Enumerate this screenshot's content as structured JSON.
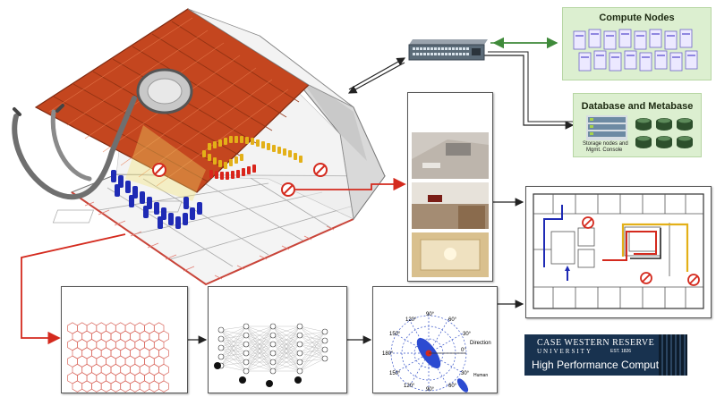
{
  "compute_nodes": {
    "title": "Compute Nodes"
  },
  "database": {
    "title": "Database and Metabase",
    "caption_line1": "Storage nodes and",
    "caption_line2": "Mgmt. Console"
  },
  "polar": {
    "angles": [
      "120°",
      "90°",
      "60°",
      "150°",
      "30°",
      "180°",
      "0°",
      "150°",
      "30°",
      "120°",
      "90°",
      "60°"
    ],
    "direction_label": "Direction",
    "human_label": "Human"
  },
  "cwru": {
    "logo_line1": "CASE WESTERN RESERVE",
    "logo_line2": "UNIVERSITY",
    "logo_sub": "EST. 1826",
    "title": "High Performance Computing"
  },
  "colors": {
    "arrow_red": "#d42a1e",
    "arrow_green": "#3f8a3a",
    "crowd_blue": "#1f2bb5",
    "crowd_red": "#d9251b",
    "crowd_gold": "#e3b018",
    "roof": "#c2421f",
    "panel_green": "#dcefd0"
  }
}
